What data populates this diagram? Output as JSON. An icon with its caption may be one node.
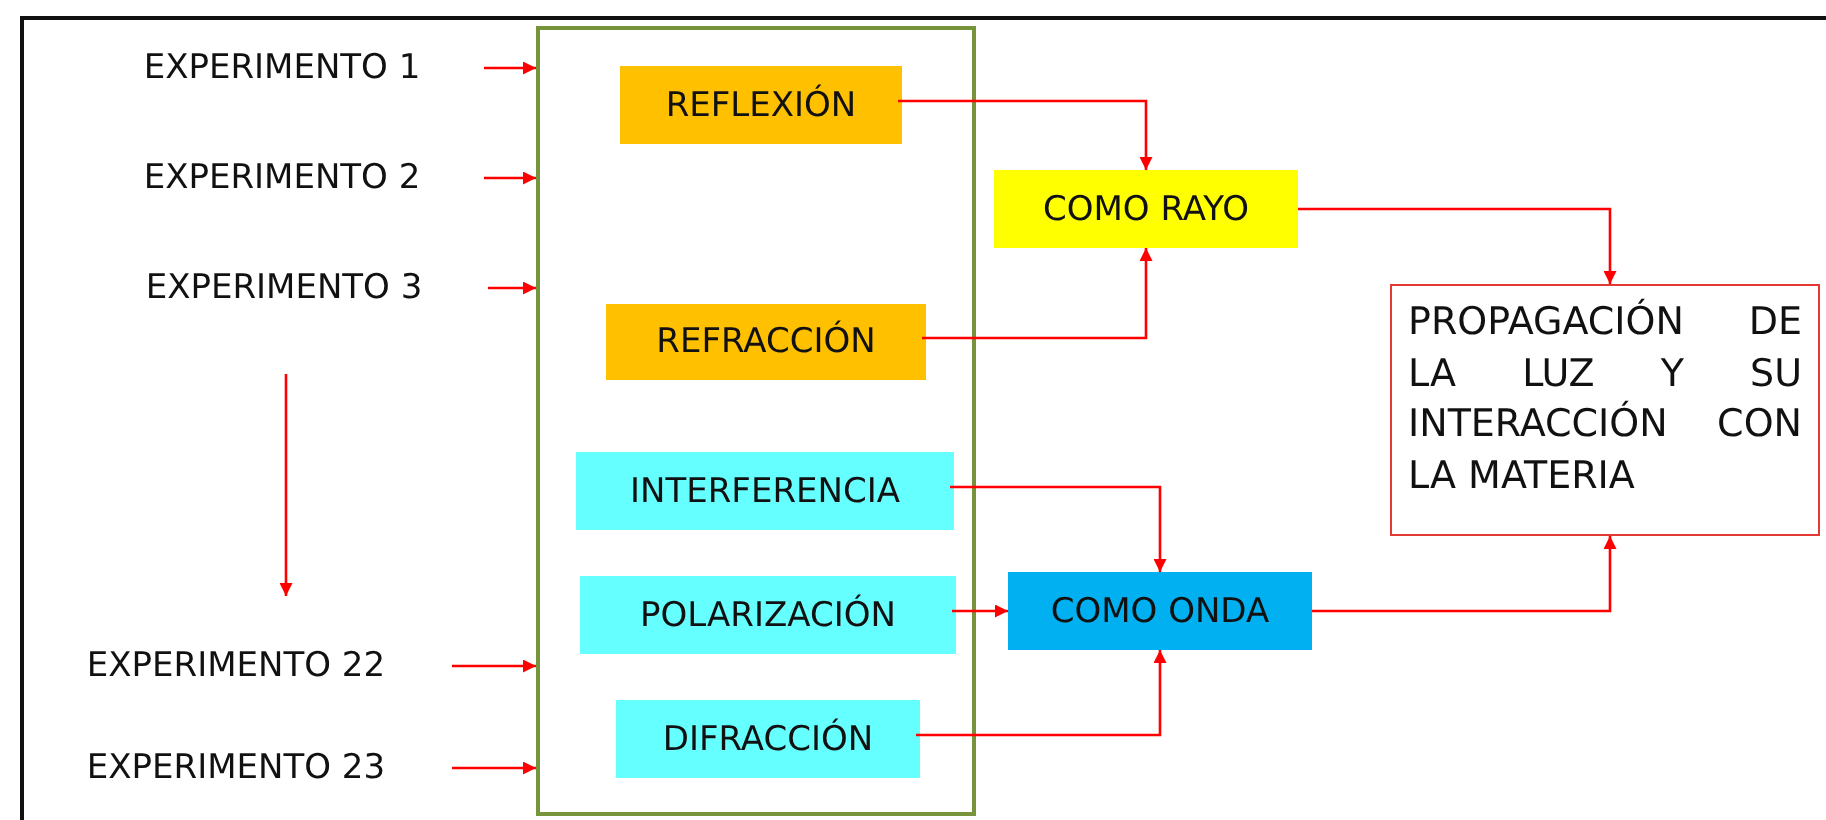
{
  "diagram": {
    "nodes": [
      {
        "text": [
          "EXPERIMENTO 1"
        ]
      },
      {
        "text": [
          "EXPERIMENTO 2"
        ]
      },
      {
        "text": [
          "EXPERIMENTO 3"
        ]
      },
      {
        "text": [
          "EXPERIMENTO 22"
        ]
      },
      {
        "text": [
          "EXPERIMENTO 23"
        ]
      },
      {
        "text": [],
        "shape": "box"
      },
      {
        "text": [
          "REFLEXIÓN"
        ],
        "in": 5
      },
      {
        "text": [
          "REFRACCIÓN"
        ],
        "in": 5
      },
      {
        "text": [
          "INTERFERENCIA"
        ],
        "in": 5
      },
      {
        "text": [
          "POLARIZACIÓN"
        ],
        "in": 5
      },
      {
        "text": [
          "DIFRACCIÓN"
        ],
        "in": 5
      },
      {
        "text": [
          "COMO RAYO"
        ]
      },
      {
        "text": [
          "COMO ONDA"
        ]
      },
      {
        "text": [
          "PROPAGACIÓN DE LA LUZ Y SU INTERACCIÓN CON LA MATERIA"
        ]
      }
    ],
    "edges": [
      {
        "from": 0,
        "to": 5,
        "arrow": "to"
      },
      {
        "from": 1,
        "to": 5,
        "arrow": "to"
      },
      {
        "from": 2,
        "to": 5,
        "arrow": "to"
      },
      {
        "from": 3,
        "to": 5,
        "arrow": "to"
      },
      {
        "from": 4,
        "to": 5,
        "arrow": "to"
      },
      {
        "from": 2,
        "to": 3,
        "arrow": "to"
      },
      {
        "from": 6,
        "to": 11,
        "arrow": "to"
      },
      {
        "from": 7,
        "to": 11,
        "arrow": "to"
      },
      {
        "from": 8,
        "to": 12,
        "arrow": "to"
      },
      {
        "from": 9,
        "to": 12,
        "arrow": "to"
      },
      {
        "from": 10,
        "to": 12,
        "arrow": "to"
      },
      {
        "from": 11,
        "to": 13,
        "arrow": "to"
      },
      {
        "from": 12,
        "to": 13,
        "arrow": "to"
      }
    ]
  }
}
